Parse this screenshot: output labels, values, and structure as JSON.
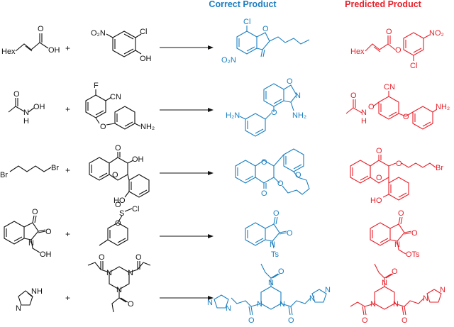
{
  "headers": {
    "correct": "Correct Product",
    "predicted": "Predicted Product"
  },
  "colors": {
    "black": "#111111",
    "correct": "#1a7fc1",
    "predicted": "#e8202a"
  },
  "plus_sign": "+",
  "rows": [
    {
      "reactant_a_labels": [
        "Hex",
        "O",
        "OH"
      ],
      "reactant_b_labels": [
        "O₂N",
        "Cl",
        "OH"
      ],
      "correct_labels": [
        "Cl",
        "O",
        "O₂N"
      ],
      "predicted_labels": [
        "Hex",
        "O",
        "O",
        "NO₂",
        "Cl"
      ]
    },
    {
      "reactant_a_labels": [
        "O",
        "N",
        "H",
        "OH"
      ],
      "reactant_b_labels": [
        "F",
        "CN",
        "O",
        "NH₂"
      ],
      "correct_labels": [
        "O",
        "N",
        "NH₂",
        "O",
        "H₂N"
      ],
      "predicted_labels": [
        "O",
        "N",
        "H",
        "O",
        "CN",
        "O",
        "NH₂"
      ]
    },
    {
      "reactant_a_labels": [
        "Br",
        "Br"
      ],
      "reactant_b_labels": [
        "O",
        "OH",
        "O",
        "HO"
      ],
      "correct_labels": [
        "O",
        "O",
        "O",
        "O"
      ],
      "predicted_labels": [
        "O",
        "O",
        "O",
        "Br",
        "HO"
      ]
    },
    {
      "reactant_a_labels": [
        "O",
        "O",
        "N",
        "OH"
      ],
      "reactant_b_labels": [
        "O",
        "S",
        "O",
        "Cl"
      ],
      "correct_labels": [
        "O",
        "O",
        "N",
        "Ts"
      ],
      "predicted_labels": [
        "O",
        "O",
        "N",
        "OTs"
      ]
    },
    {
      "reactant_a_labels": [
        "N",
        "NH"
      ],
      "reactant_b_labels": [
        "O",
        "N",
        "O",
        "N",
        "N",
        "O"
      ],
      "correct_labels": [
        "O",
        "N",
        "N",
        "N",
        "N",
        "N",
        "N",
        "N",
        "O",
        "O"
      ],
      "predicted_labels": [
        "O",
        "N",
        "N",
        "N",
        "N",
        "N",
        "O",
        "O"
      ]
    }
  ]
}
